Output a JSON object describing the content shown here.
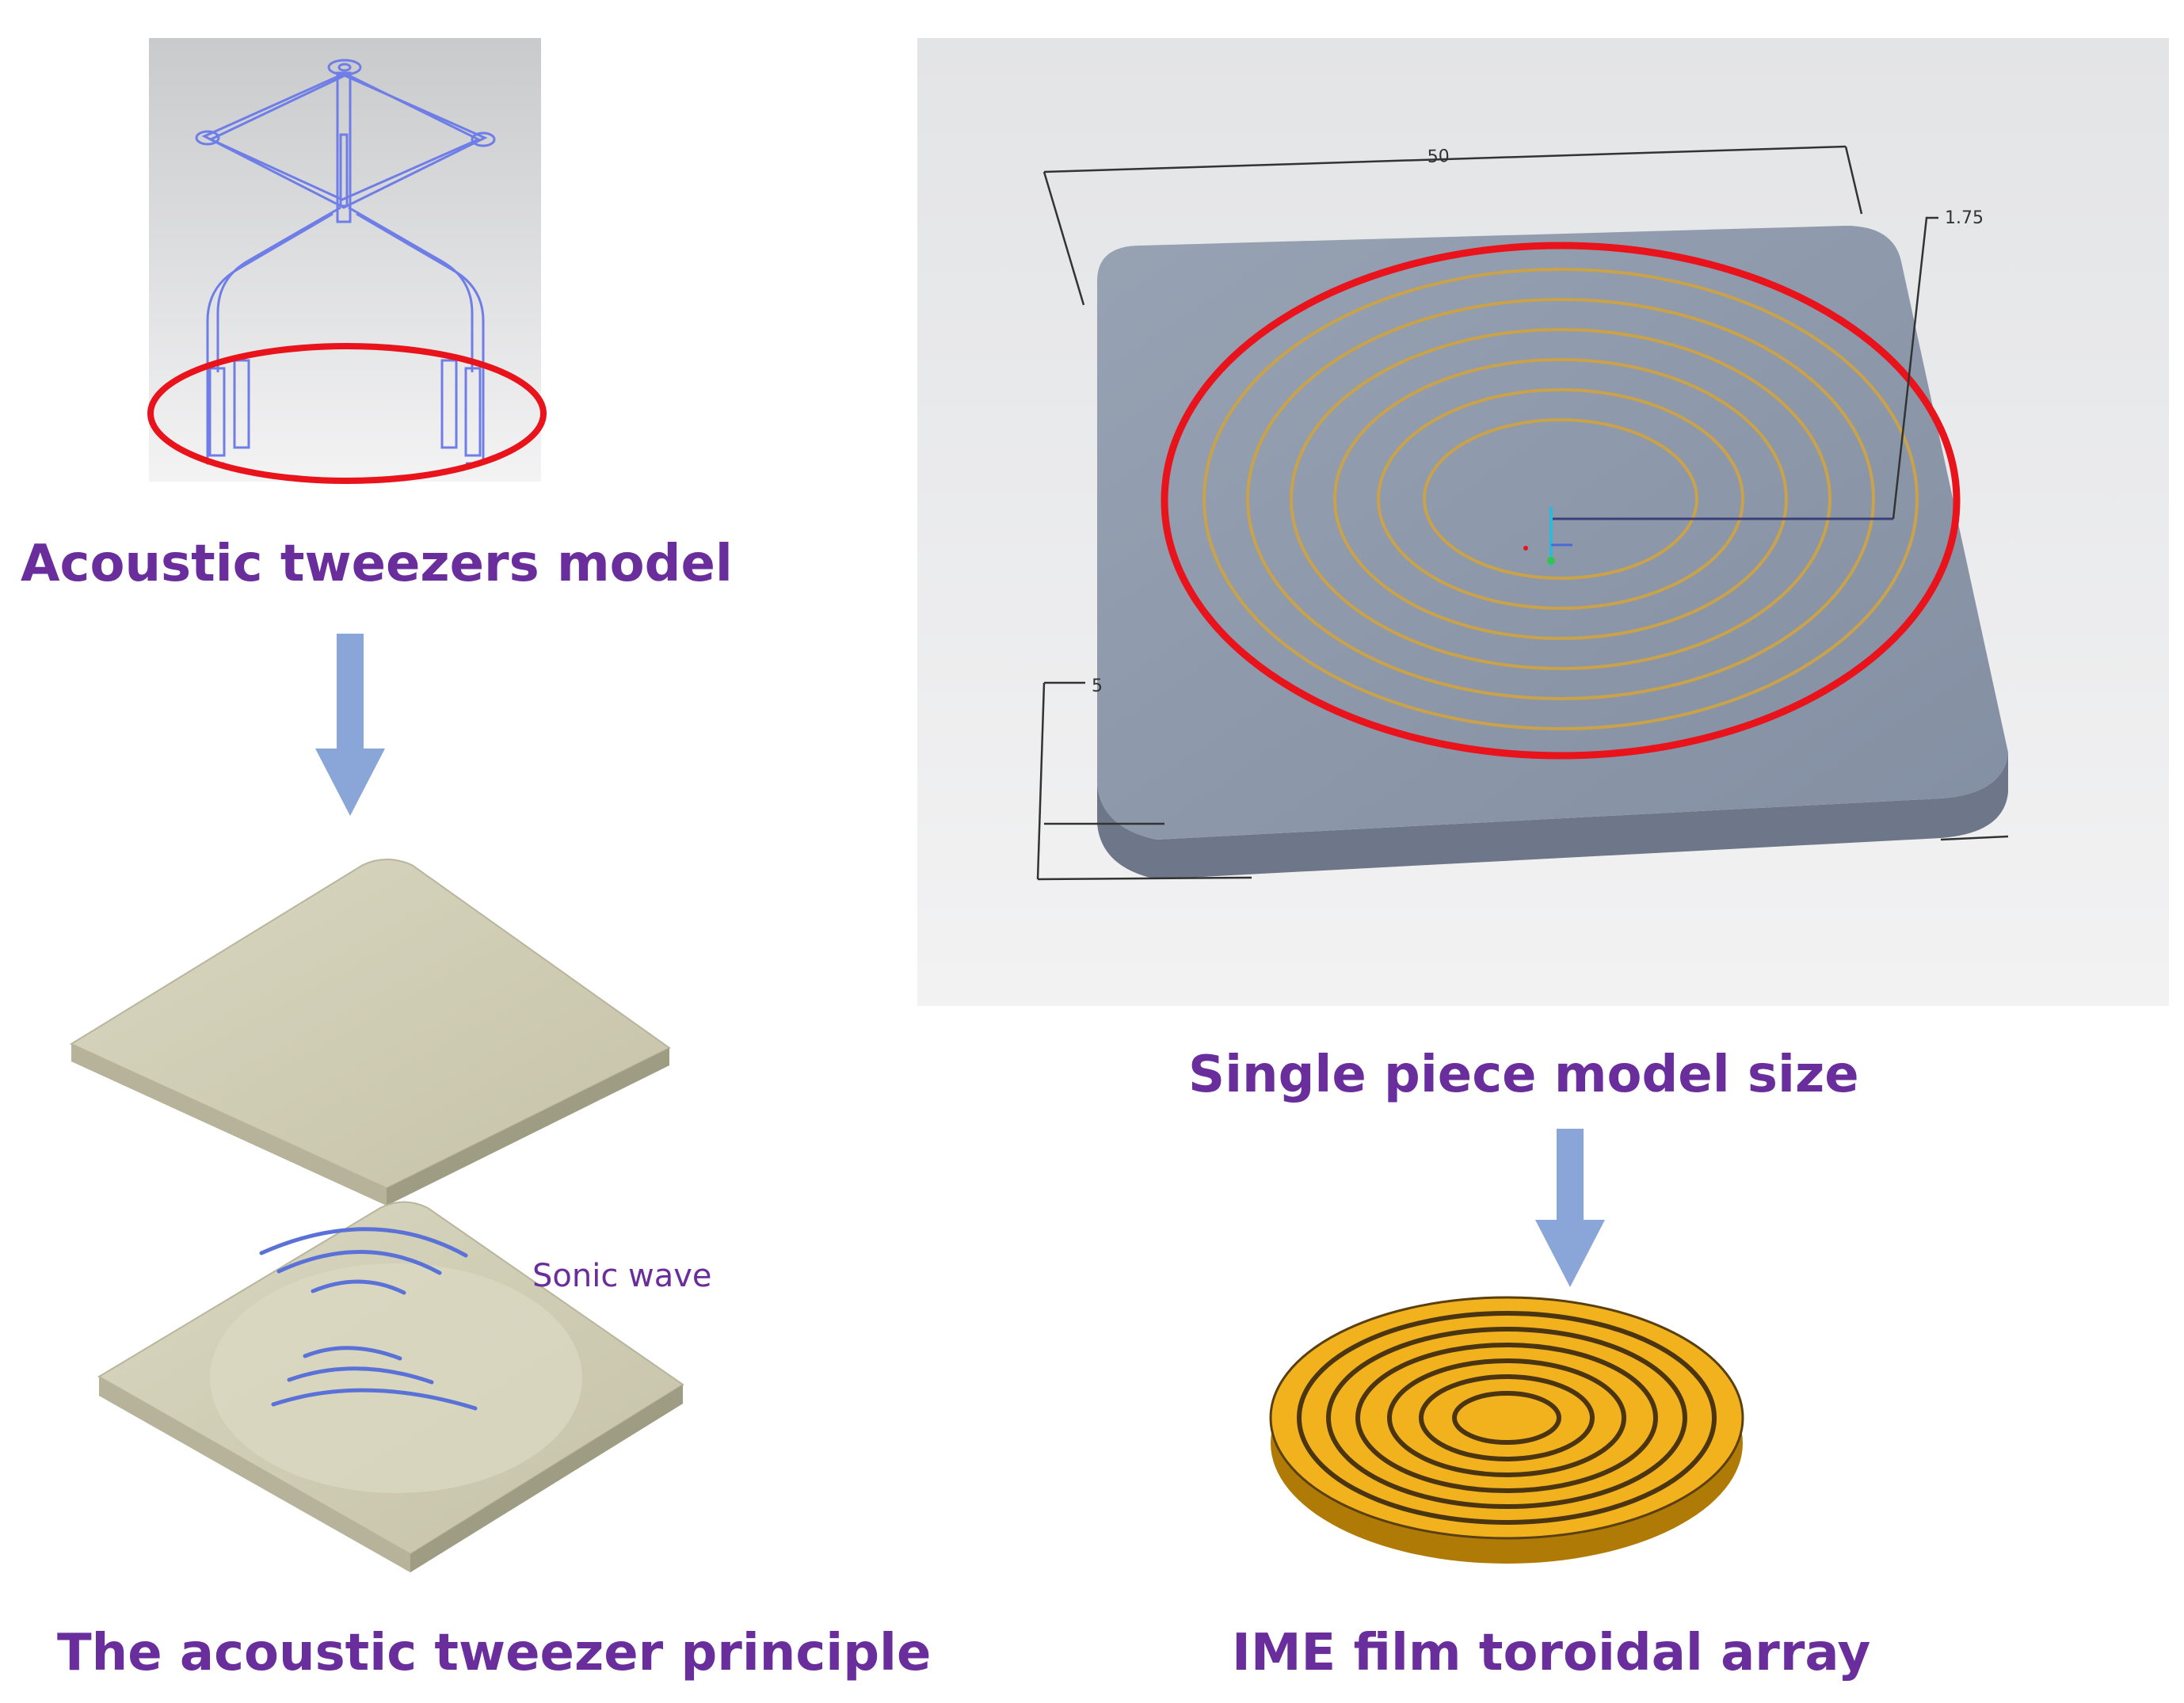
{
  "captions": {
    "tweezers_model": "Acoustic tweezers model",
    "principle": "The acoustic tweezer principle",
    "single_piece": "Single piece model size",
    "ime_array": "IME film toroidal array"
  },
  "labels": {
    "sonic_wave": "Sonic wave"
  },
  "dimensions": {
    "width": "50",
    "height": "1.75",
    "side": "5"
  },
  "colors": {
    "caption": "#6a2d9c",
    "arrow": "#8aa5d8",
    "highlight": "#e8131b",
    "plate": "#cfccb3",
    "film": "#f2b21e",
    "cad_plate": "#8e9aad"
  }
}
